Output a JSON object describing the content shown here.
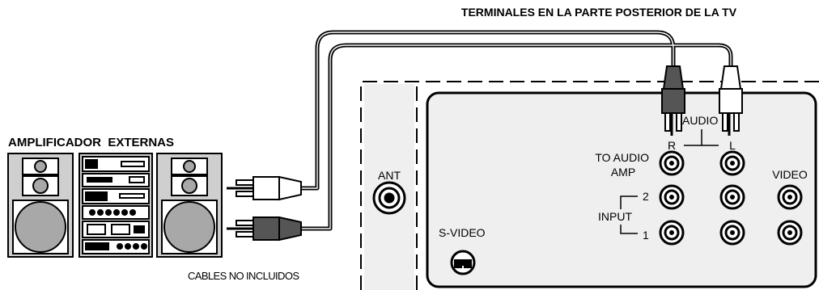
{
  "header": {
    "title": "TERMINALES EN LA PARTE POSTERIOR DE LA TV"
  },
  "equipment": {
    "label": "AMPLIFICADOR  EXTERNAS"
  },
  "footer": {
    "cables_note": "CABLES NO INCLUIDOS"
  },
  "tv_panel": {
    "ant_label": "ANT",
    "svideo_label": "S-VIDEO",
    "audio_label": "AUDIO",
    "right_label": "R",
    "left_label": "L",
    "to_audio_amp_line1": "TO AUDIO",
    "to_audio_amp_line2": "AMP",
    "video_label": "VIDEO",
    "input_label": "INPUT",
    "input_2": "2",
    "input_1": "1"
  },
  "icons": [
    "speaker-icon",
    "stereo-rack-icon",
    "rca-plug-icon",
    "rca-jack-icon",
    "coax-jack-icon",
    "svideo-jack-icon"
  ],
  "colors": {
    "line": "#000000",
    "panel_fill": "#efefef",
    "plug_dark": "#555555",
    "plug_light": "#ffffff",
    "speaker_fill": "#cfcfcf",
    "cone_fill": "#a8a8a8"
  }
}
